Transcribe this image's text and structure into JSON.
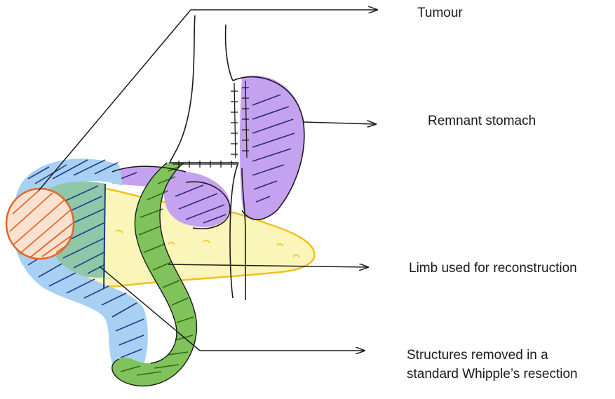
{
  "labels": {
    "tumour": "Tumour",
    "remnant_stomach": "Remnant stomach",
    "limb": "Limb used for reconstruction",
    "structures_line1": "Structures removed in a",
    "structures_line2": "standard  Whipple’s resection"
  },
  "colors": {
    "tumour": "#f08b45",
    "stomach": "#c5a2ef",
    "duodenum_removed": "#a8d0f2",
    "limb": "#7fc35a",
    "pancreas": "#faf5b8",
    "pancreas_outline": "#f0c020",
    "overlap_region": "#8ec8a8",
    "ink": "#1a1a1a"
  }
}
